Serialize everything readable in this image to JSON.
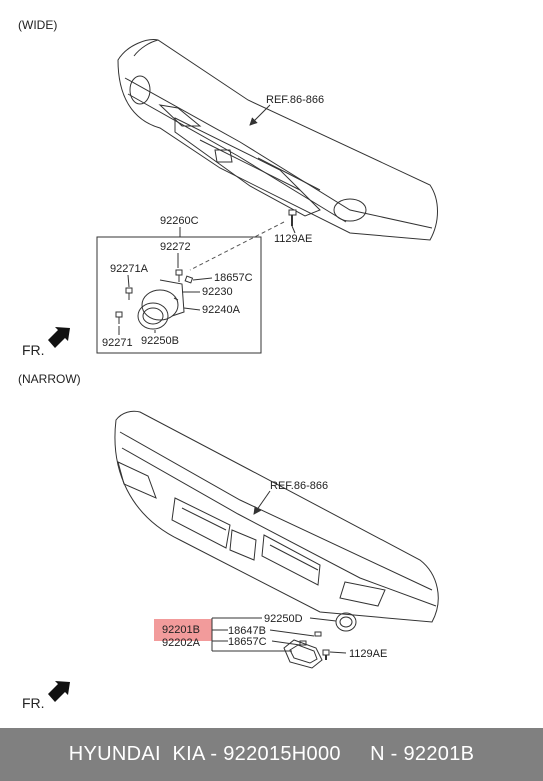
{
  "sections": {
    "wide": {
      "label": "(WIDE)",
      "ref": "REF.86-866",
      "parts": {
        "assembly": "92260C",
        "screw_main": "1129AE",
        "bracket": "92272",
        "bolt_a": "92271A",
        "clip": "18657C",
        "housing": "92230",
        "lamp_a": "92240A",
        "bolt": "92271",
        "lamp_b": "92250B"
      },
      "fr": "FR."
    },
    "narrow": {
      "label": "(NARROW)",
      "ref": "REF.86-866",
      "parts": {
        "highlight": "92201B",
        "right_lamp": "92202A",
        "bezel": "92250D",
        "clip_b": "18647B",
        "clip_c": "18657C",
        "screw": "1129AE"
      },
      "fr": "FR."
    }
  },
  "colors": {
    "highlight": "#f08a8a",
    "footer_bg": "#808080",
    "footer_text": "#ffffff"
  },
  "footer": {
    "text": "HYUNDAI  KIA - 922015H000     N - 92201B"
  }
}
